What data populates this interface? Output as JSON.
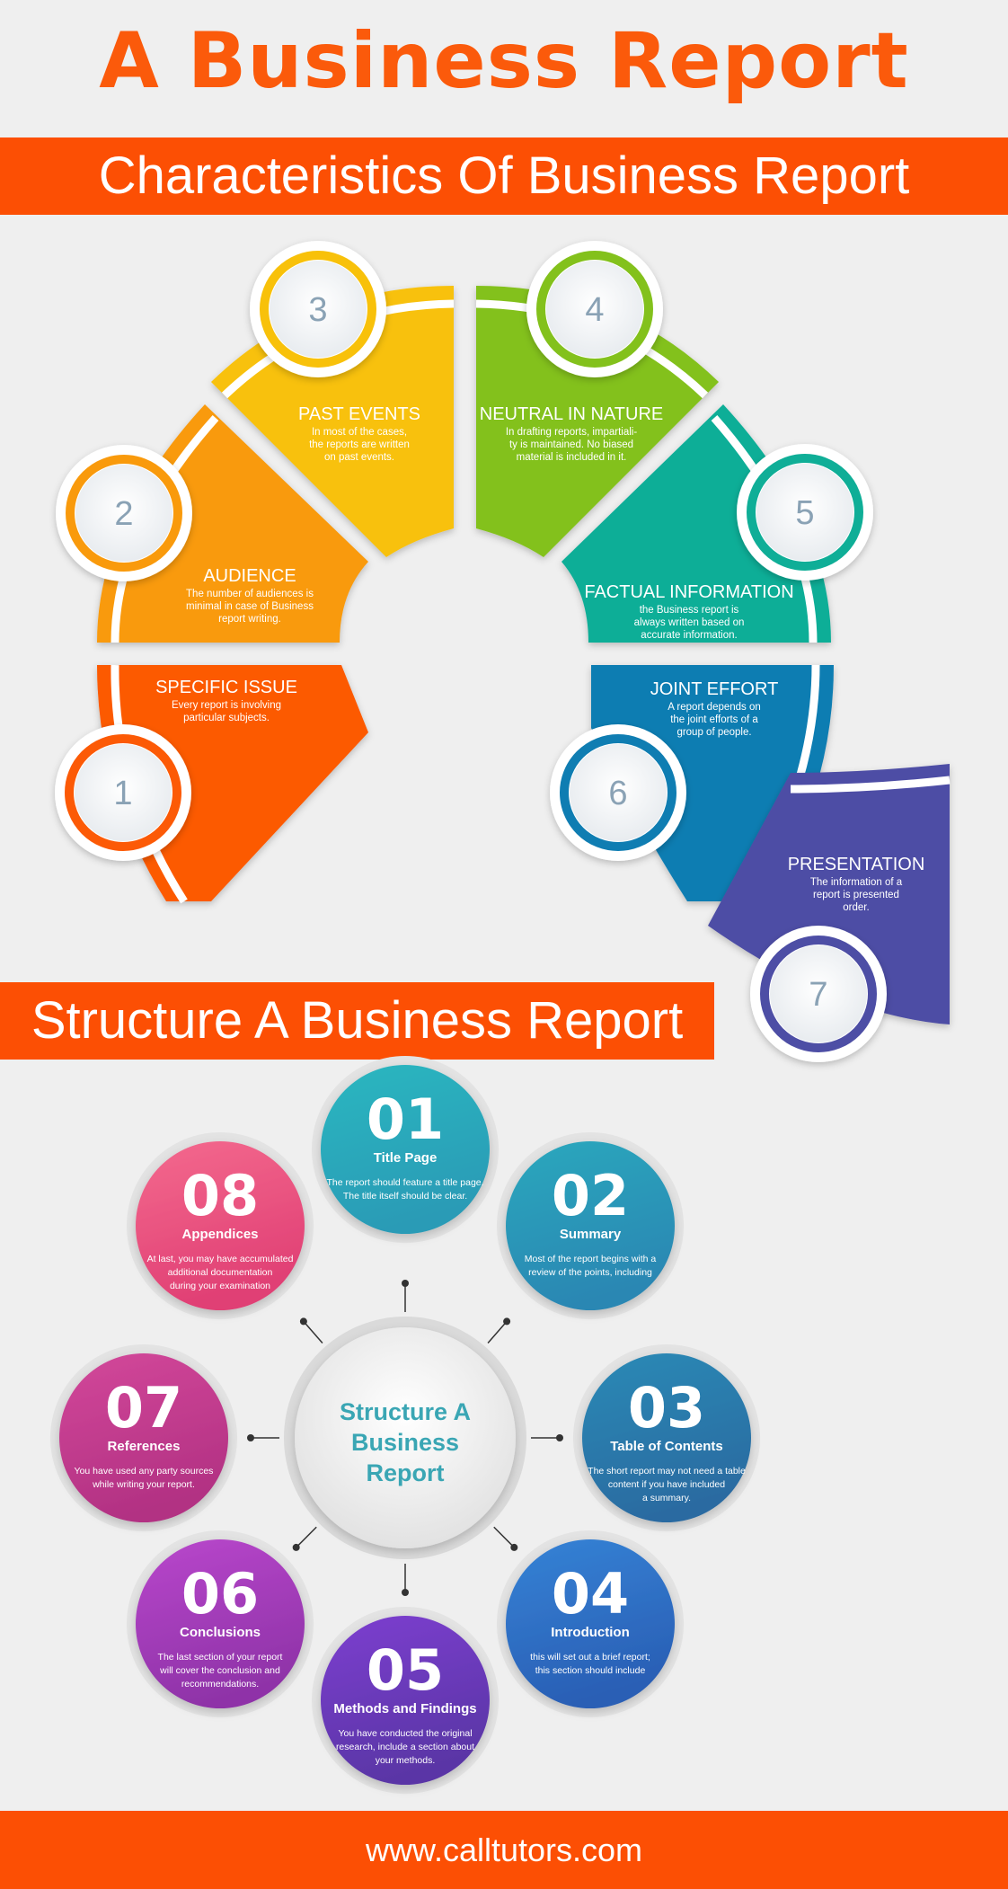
{
  "title": "A Business Report",
  "section1": {
    "heading": "Characteristics Of Business Report",
    "items": [
      {
        "number": "1",
        "title": "SPECIFIC ISSUE",
        "lines": [
          "Every report is involving",
          "particular subjects."
        ],
        "color": "#fc5a06"
      },
      {
        "number": "2",
        "title": "AUDIENCE",
        "lines": [
          "The number of audiences is",
          "minimal in case of Business",
          "report writing."
        ],
        "color": "#f99a0c"
      },
      {
        "number": "3",
        "title": "PAST EVENTS",
        "lines": [
          "In most of the cases,",
          "the reports are written",
          "on past events."
        ],
        "color": "#f8c10a"
      },
      {
        "number": "4",
        "title": "NEUTRAL IN NATURE",
        "lines": [
          "In drafting reports, impartiali-",
          "ty is maintained. No biased",
          "material is included in it."
        ],
        "color": "#83c11c"
      },
      {
        "number": "5",
        "title": "FACTUAL INFORMATION",
        "lines": [
          "the Business report is",
          "always written based on",
          "accurate information."
        ],
        "color": "#0fae97"
      },
      {
        "number": "6",
        "title": "JOINT EFFORT",
        "lines": [
          "A report depends on",
          "the joint efforts of a",
          "group of people."
        ],
        "color": "#0f7db2"
      },
      {
        "number": "7",
        "title": "PRESENTATION",
        "lines": [
          "The information of a",
          "report is presented",
          "order."
        ],
        "color": "#4d4ea5"
      }
    ]
  },
  "section2": {
    "heading": "Structure A Business Report",
    "hub": [
      "Structure A",
      "Business",
      "Report"
    ],
    "items": [
      {
        "number": "01",
        "title": "Title Page",
        "lines": [
          "The report should feature a title page.",
          "The title itself should be clear."
        ],
        "color": "#2bb1bd"
      },
      {
        "number": "02",
        "title": "Summary",
        "lines": [
          "Most of the report begins with a",
          "review of the points, including"
        ],
        "color": "#2b9fb8"
      },
      {
        "number": "03",
        "title": "Table of Contents",
        "lines": [
          "The short report may not need a table",
          "content if you have included",
          "a summary."
        ],
        "color": "#2a7ea8"
      },
      {
        "number": "04",
        "title": "Introduction",
        "lines": [
          "this will set out a brief report;",
          "this section should include"
        ],
        "color": "#2f6fc4"
      },
      {
        "number": "05",
        "title": "Methods and Findings",
        "lines": [
          "You have conducted the original",
          "research, include a section about",
          "your methods."
        ],
        "color": "#6b3fbc"
      },
      {
        "number": "06",
        "title": "Conclusions",
        "lines": [
          "The last section of your report",
          "will cover the conclusion and",
          "recommendations."
        ],
        "color": "#a43fb8"
      },
      {
        "number": "07",
        "title": "References",
        "lines": [
          "You have used any party sources",
          "while writing your report."
        ],
        "color": "#c43c8e"
      },
      {
        "number": "08",
        "title": "Appendices",
        "lines": [
          "At last, you may have accumulated",
          "additional documentation",
          "during your examination"
        ],
        "color": "#ea5480"
      }
    ]
  },
  "footer": "www.calltutors.com"
}
